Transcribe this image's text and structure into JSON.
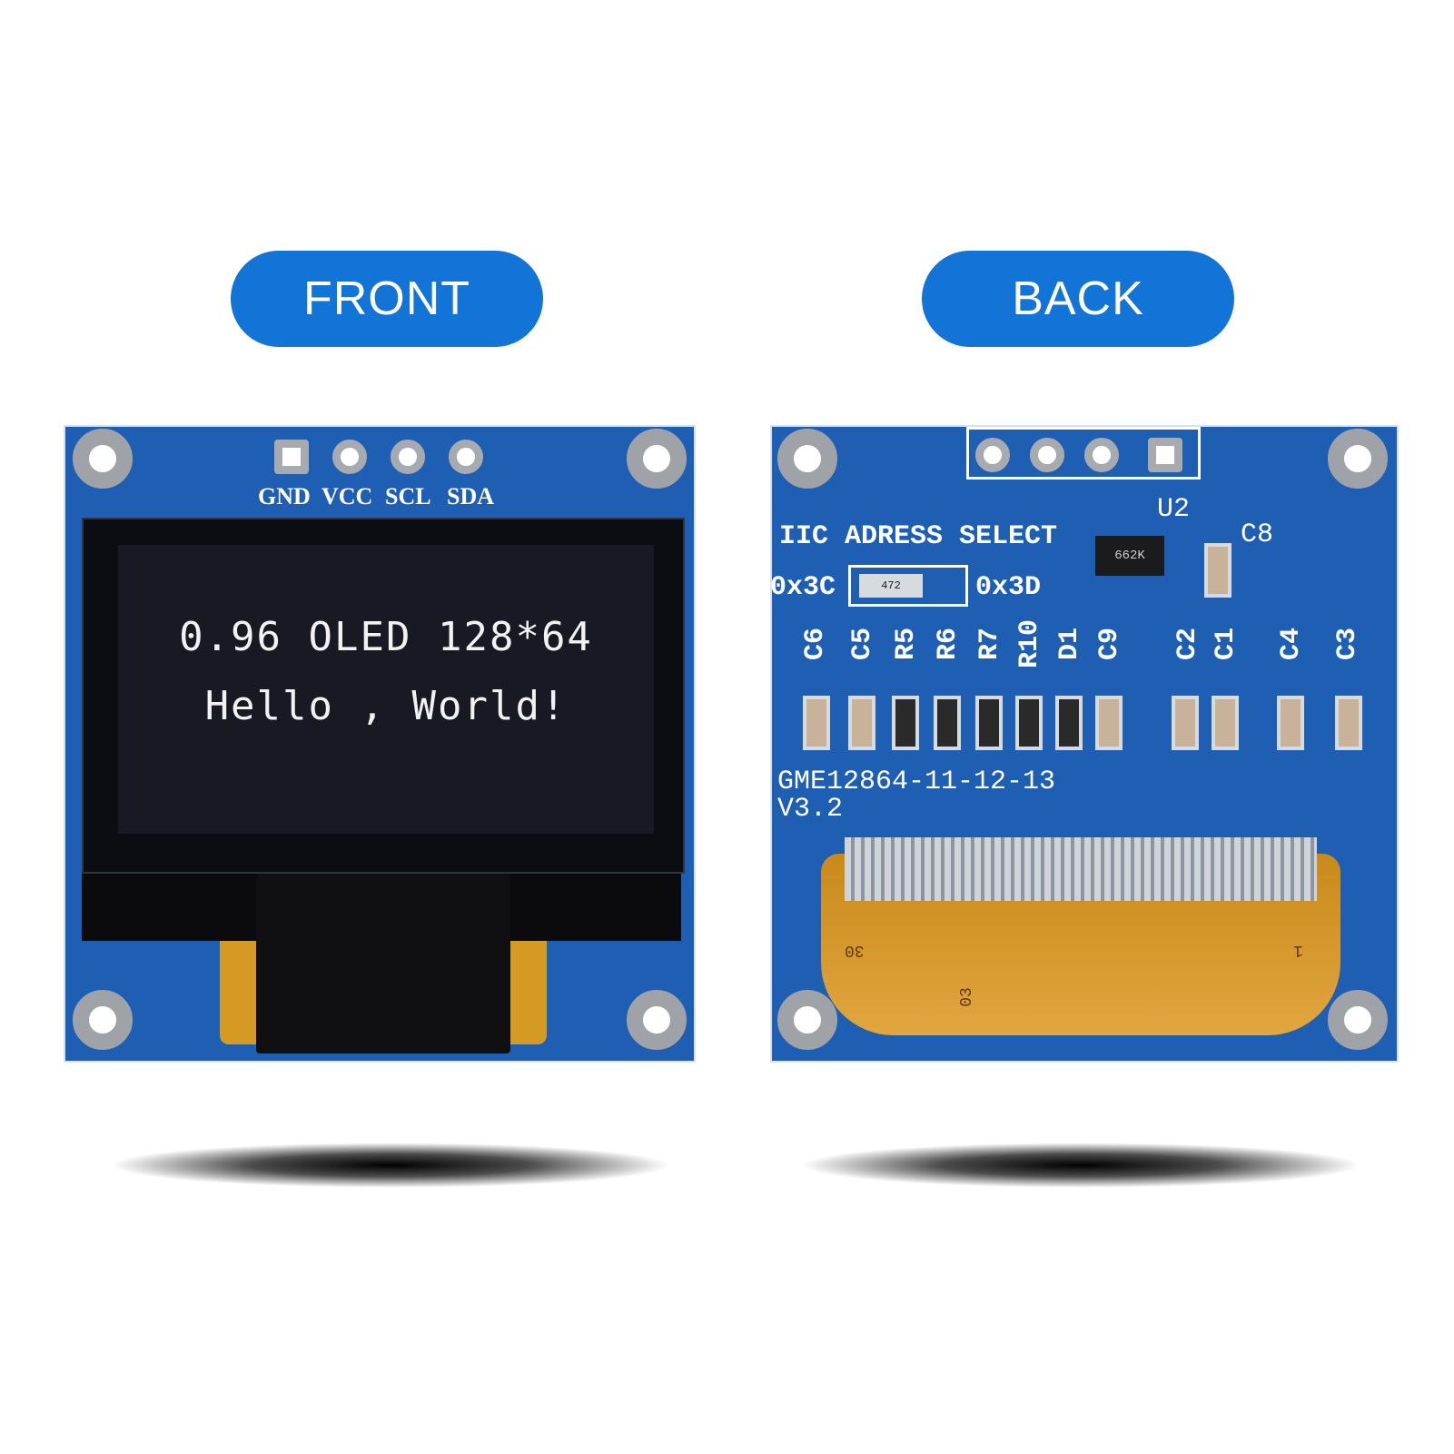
{
  "labels": {
    "front": "FRONT",
    "back": "BACK"
  },
  "front": {
    "pins": [
      "GND",
      "VCC",
      "SCL",
      "SDA"
    ],
    "display_lines": [
      "0.96 OLED 128*64",
      "Hello , World!"
    ]
  },
  "back": {
    "iic_title": "IIC ADRESS SELECT",
    "addr_left": "0x3C",
    "addr_right": "0x3D",
    "regulator_label": "U2",
    "regulator_marking": "662K",
    "cap_c8": "C8",
    "resistor_marking": "472",
    "components": [
      "C6",
      "C5",
      "R5",
      "R6",
      "R7",
      "R10",
      "D1",
      "C9",
      "C2",
      "C1",
      "C4",
      "C3"
    ],
    "model": "GME12864-11-12-13",
    "version": "V3.2",
    "fpc_mark_left": "30",
    "fpc_mark_right": "1",
    "fpc_mark_bottom": "03"
  },
  "colors": {
    "pill": "#1274d6",
    "pcb": "#1f5fb3",
    "fpc": "#d59a23"
  }
}
